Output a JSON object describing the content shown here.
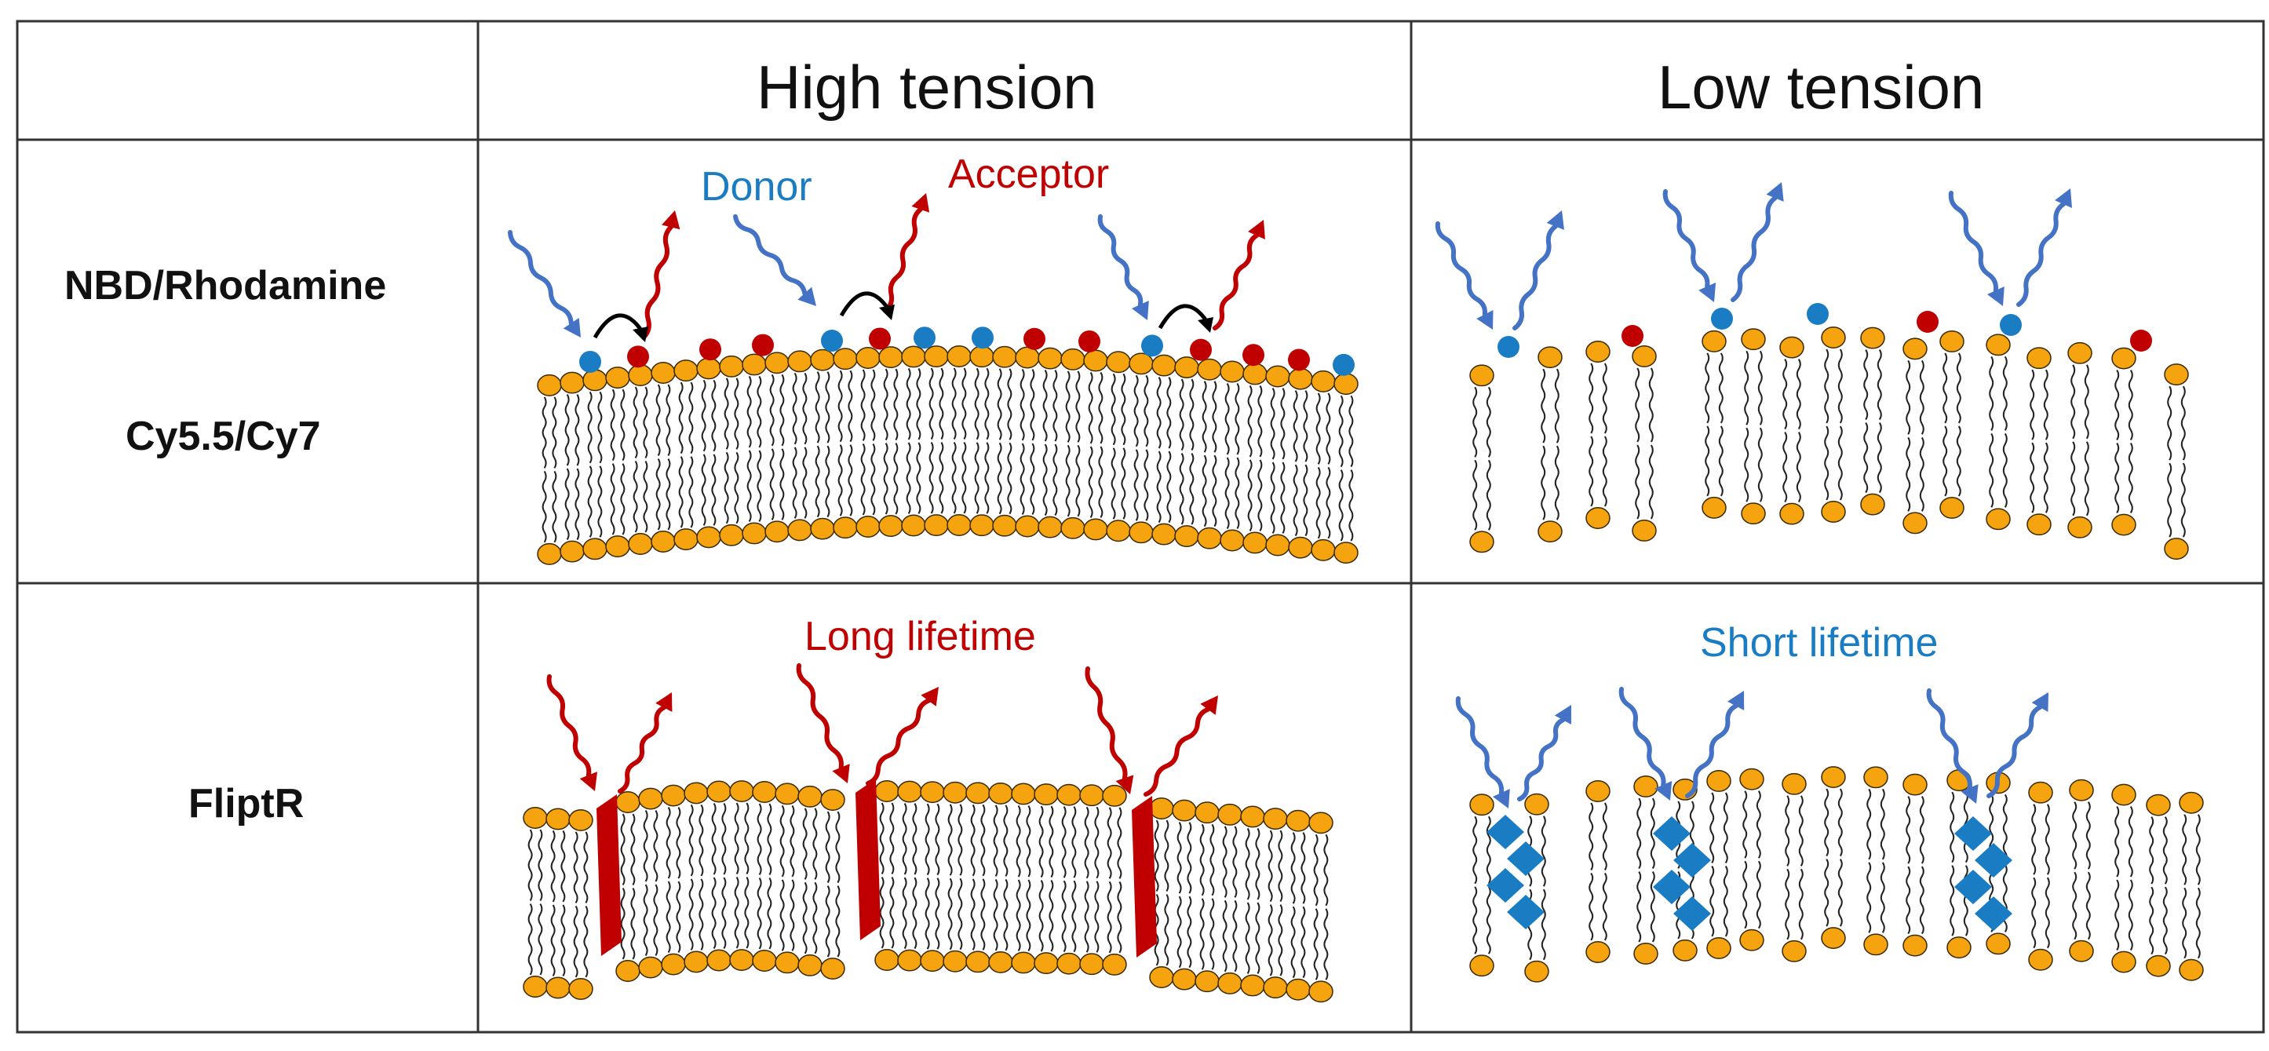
{
  "table": {
    "columns": [
      "",
      "High tension",
      "Low tension"
    ],
    "rows": [
      {
        "labels": [
          "NBD/Rhodamine",
          "Cy5.5/Cy7"
        ]
      },
      {
        "labels": [
          "FliptR"
        ]
      }
    ]
  },
  "annotations": {
    "donor": "Donor",
    "acceptor": "Acceptor",
    "long_lifetime": "Long lifetime",
    "short_lifetime": "Short lifetime"
  },
  "colors": {
    "donor": "#1a7dc4",
    "acceptor": "#c00000",
    "photon_blue": "#4472c4",
    "photon_red": "#c00000",
    "lipid_head": "#f5a30f",
    "probe_red": "#c00000",
    "probe_blue": "#1a7dc4",
    "grid": "#333333"
  },
  "icons": [
    "lipid-bilayer",
    "photon-arrow",
    "fret-arrow",
    "flipper-probe"
  ]
}
